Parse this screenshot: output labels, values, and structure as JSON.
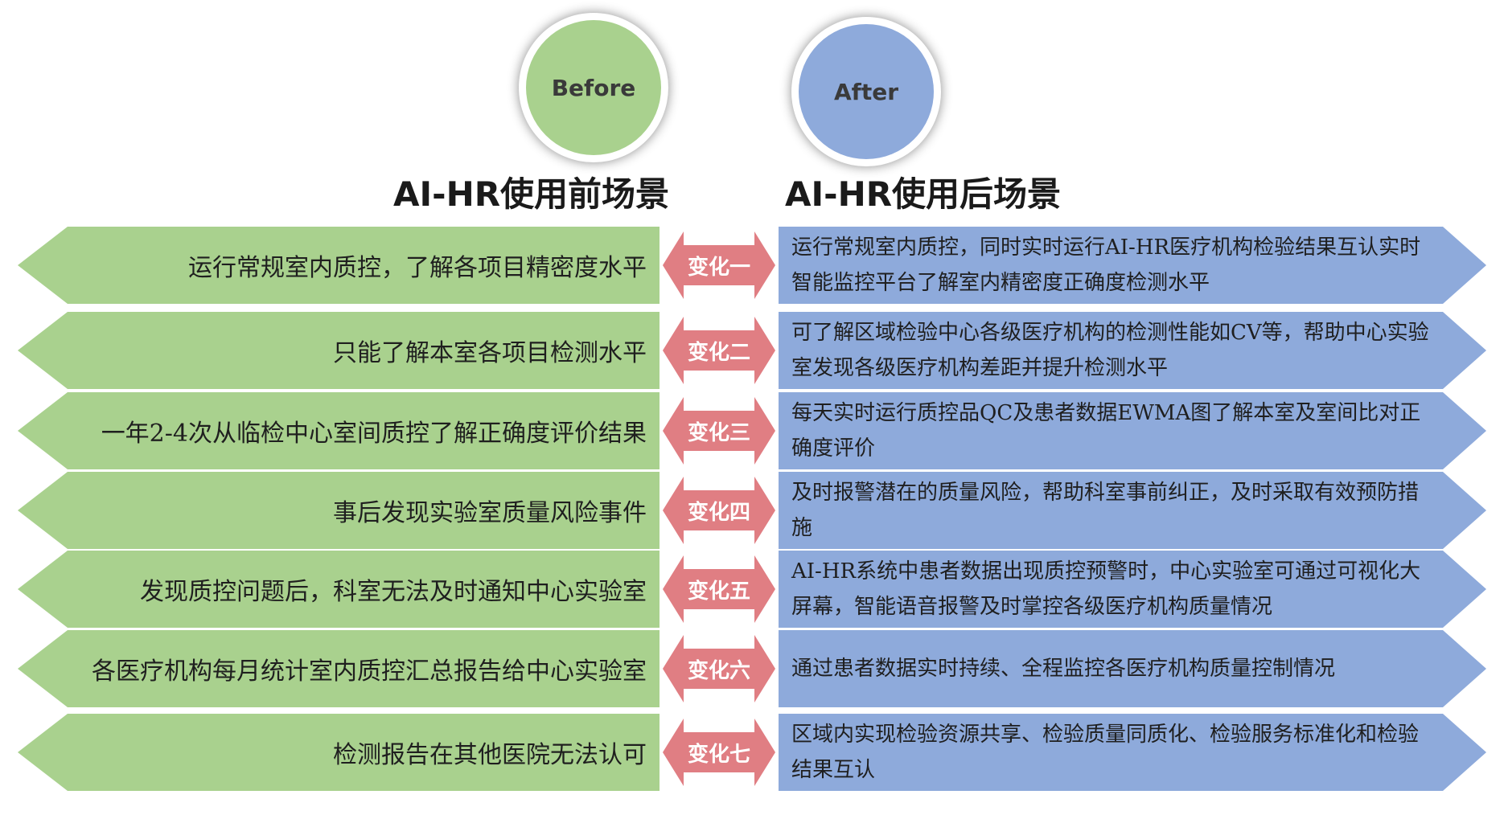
{
  "before_label": "Before",
  "after_label": "After",
  "before_title": "AI-HR使用前场景",
  "after_title": "AI-HR使用后场景",
  "colors": {
    "before": "#a9d18e",
    "after": "#8eaadb",
    "change": "#e07e83"
  },
  "rows": [
    {
      "change": "变化一",
      "before": "运行常规室内质控，了解各项目精密度水平",
      "after": "运行常规室内质控，同时实时运行AI-HR医疗机构检验结果互认实时智能监控平台了解室内精密度正确度检测水平"
    },
    {
      "change": "变化二",
      "before": "只能了解本室各项目检测水平",
      "after": "可了解区域检验中心各级医疗机构的检测性能如CV等，帮助中心实验室发现各级医疗机构差距并提升检测水平"
    },
    {
      "change": "变化三",
      "before": "一年2-4次从临检中心室间质控了解正确度评价结果",
      "after": "每天实时运行质控品QC及患者数据EWMA图了解本室及室间比对正确度评价"
    },
    {
      "change": "变化四",
      "before": "事后发现实验室质量风险事件",
      "after": "及时报警潜在的质量风险，帮助科室事前纠正，及时采取有效预防措施"
    },
    {
      "change": "变化五",
      "before": "发现质控问题后，科室无法及时通知中心实验室",
      "after": "AI-HR系统中患者数据出现质控预警时，中心实验室可通过可视化大屏幕，智能语音报警及时掌控各级医疗机构质量情况"
    },
    {
      "change": "变化六",
      "before": "各医疗机构每月统计室内质控汇总报告给中心实验室",
      "after": "通过患者数据实时持续、全程监控各医疗机构质量控制情况"
    },
    {
      "change": "变化七",
      "before": "检测报告在其他医院无法认可",
      "after": "区域内实现检验资源共享、检验质量同质化、检验服务标准化和检验结果互认"
    }
  ]
}
